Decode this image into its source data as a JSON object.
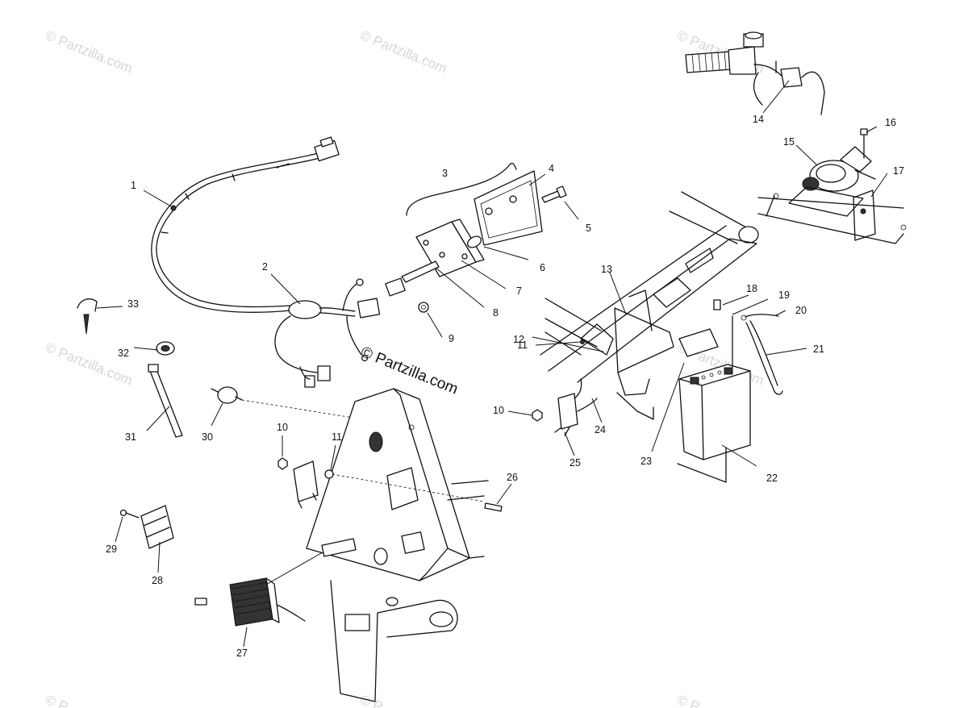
{
  "watermark": {
    "text": "© Partzilla.com",
    "center_text": "© Partzilla.com",
    "edge_fragment": "© P"
  },
  "callouts": {
    "c1": "1",
    "c2": "2",
    "c3": "3",
    "c4": "4",
    "c5": "5",
    "c6": "6",
    "c7": "7",
    "c8": "8",
    "c9": "9",
    "c10a": "10",
    "c10b": "10",
    "c11a": "11",
    "c11b": "11",
    "c12": "12",
    "c13": "13",
    "c14": "14",
    "c15": "15",
    "c16": "16",
    "c17": "17",
    "c18": "18",
    "c19": "19",
    "c20": "20",
    "c21": "21",
    "c22": "22",
    "c23": "23",
    "c24": "24",
    "c25": "25",
    "c26": "26",
    "c27": "27",
    "c28": "28",
    "c29": "29",
    "c30": "30",
    "c31": "31",
    "c32": "32",
    "c33": "33"
  }
}
